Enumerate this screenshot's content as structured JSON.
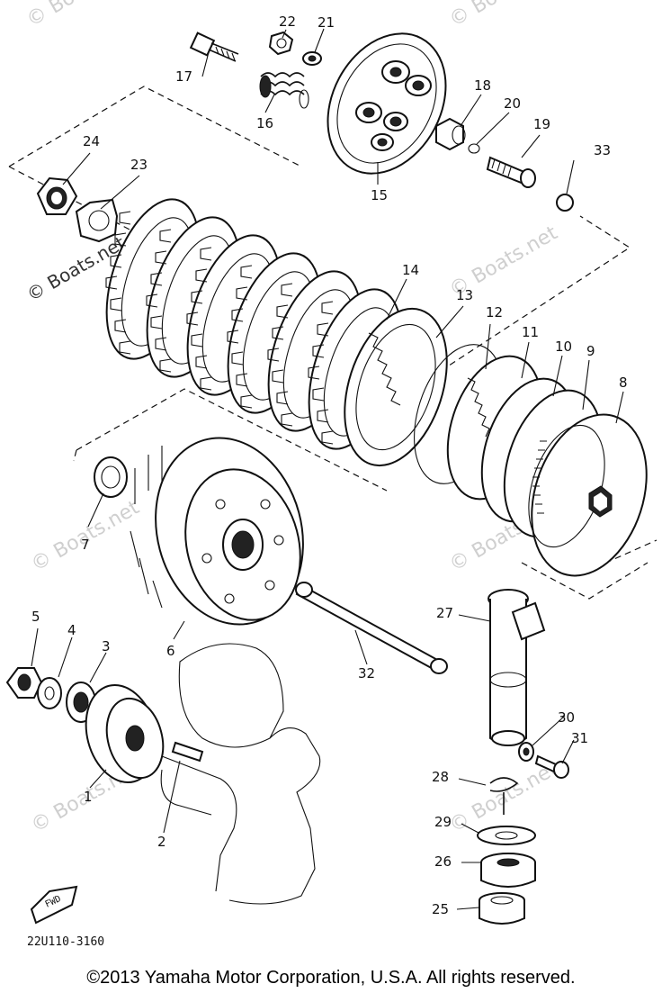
{
  "diagram": {
    "diagram_code": "22U110-3160",
    "fwd_label": "FWD",
    "watermark": "© Boats.net",
    "copyright": "©2013 Yamaha Motor Corporation, U.S.A. All rights reserved.",
    "part_labels": {
      "p1": "1",
      "p2": "2",
      "p3": "3",
      "p4": "4",
      "p5": "5",
      "p6": "6",
      "p7": "7",
      "p8": "8",
      "p9": "9",
      "p10": "10",
      "p11": "11",
      "p12": "12",
      "p13": "13",
      "p14": "14",
      "p15": "15",
      "p16": "16",
      "p17": "17",
      "p18": "18",
      "p19": "19",
      "p20": "20",
      "p21": "21",
      "p22": "22",
      "p23": "23",
      "p24": "24",
      "p25": "25",
      "p26": "26",
      "p27": "27",
      "p28": "28",
      "p29": "29",
      "p30": "30",
      "p31": "31",
      "p32": "32",
      "p33": "33"
    }
  }
}
